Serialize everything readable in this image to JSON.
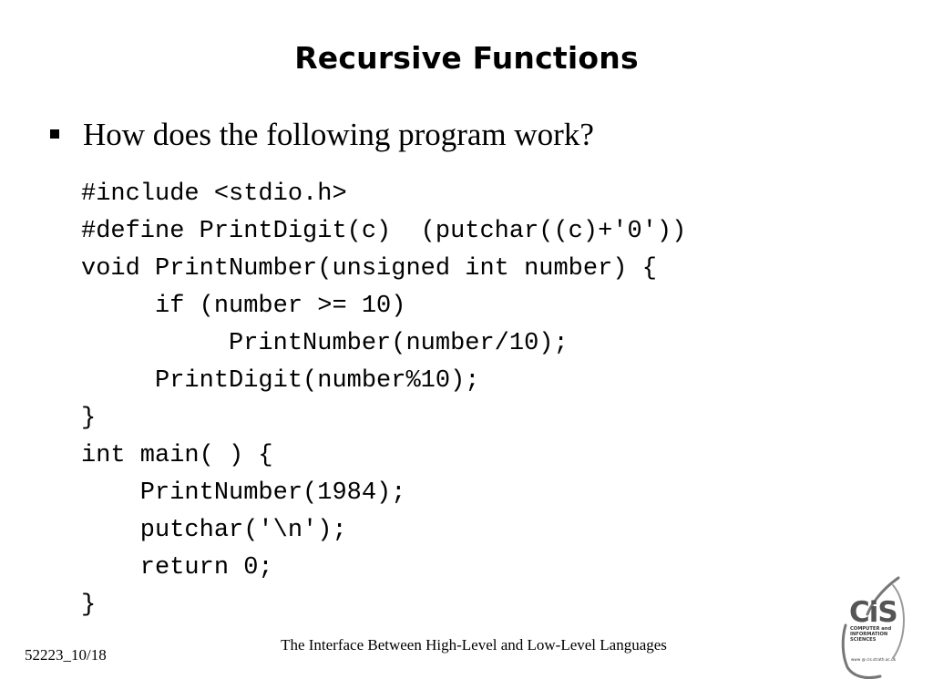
{
  "slide": {
    "title": "Recursive Functions",
    "bullet": "How does the following program work?",
    "code_lines": [
      "#include <stdio.h>",
      "#define PrintDigit(c)  (putchar((c)+'0'))",
      "void PrintNumber(unsigned int number) {",
      "     if (number >= 10)",
      "          PrintNumber(number/10);",
      "     PrintDigit(number%10);",
      "}",
      "int main( ) {",
      "    PrintNumber(1984);",
      "    putchar('\\n');",
      "    return 0;",
      "}"
    ]
  },
  "footer": {
    "course": "The Interface Between High-Level and Low-Level Languages",
    "page": "52223_10/18"
  },
  "logo": {
    "name": "CiS",
    "line1": "COMPUTER and",
    "line2": "INFORMATION",
    "line3": "SCIENCES",
    "url": "www @ cis.strath.ac.uk",
    "icon": "cis-logo-icon"
  },
  "colors": {
    "background": "#ffffff",
    "text": "#000000",
    "logo_gray": "#555555"
  }
}
